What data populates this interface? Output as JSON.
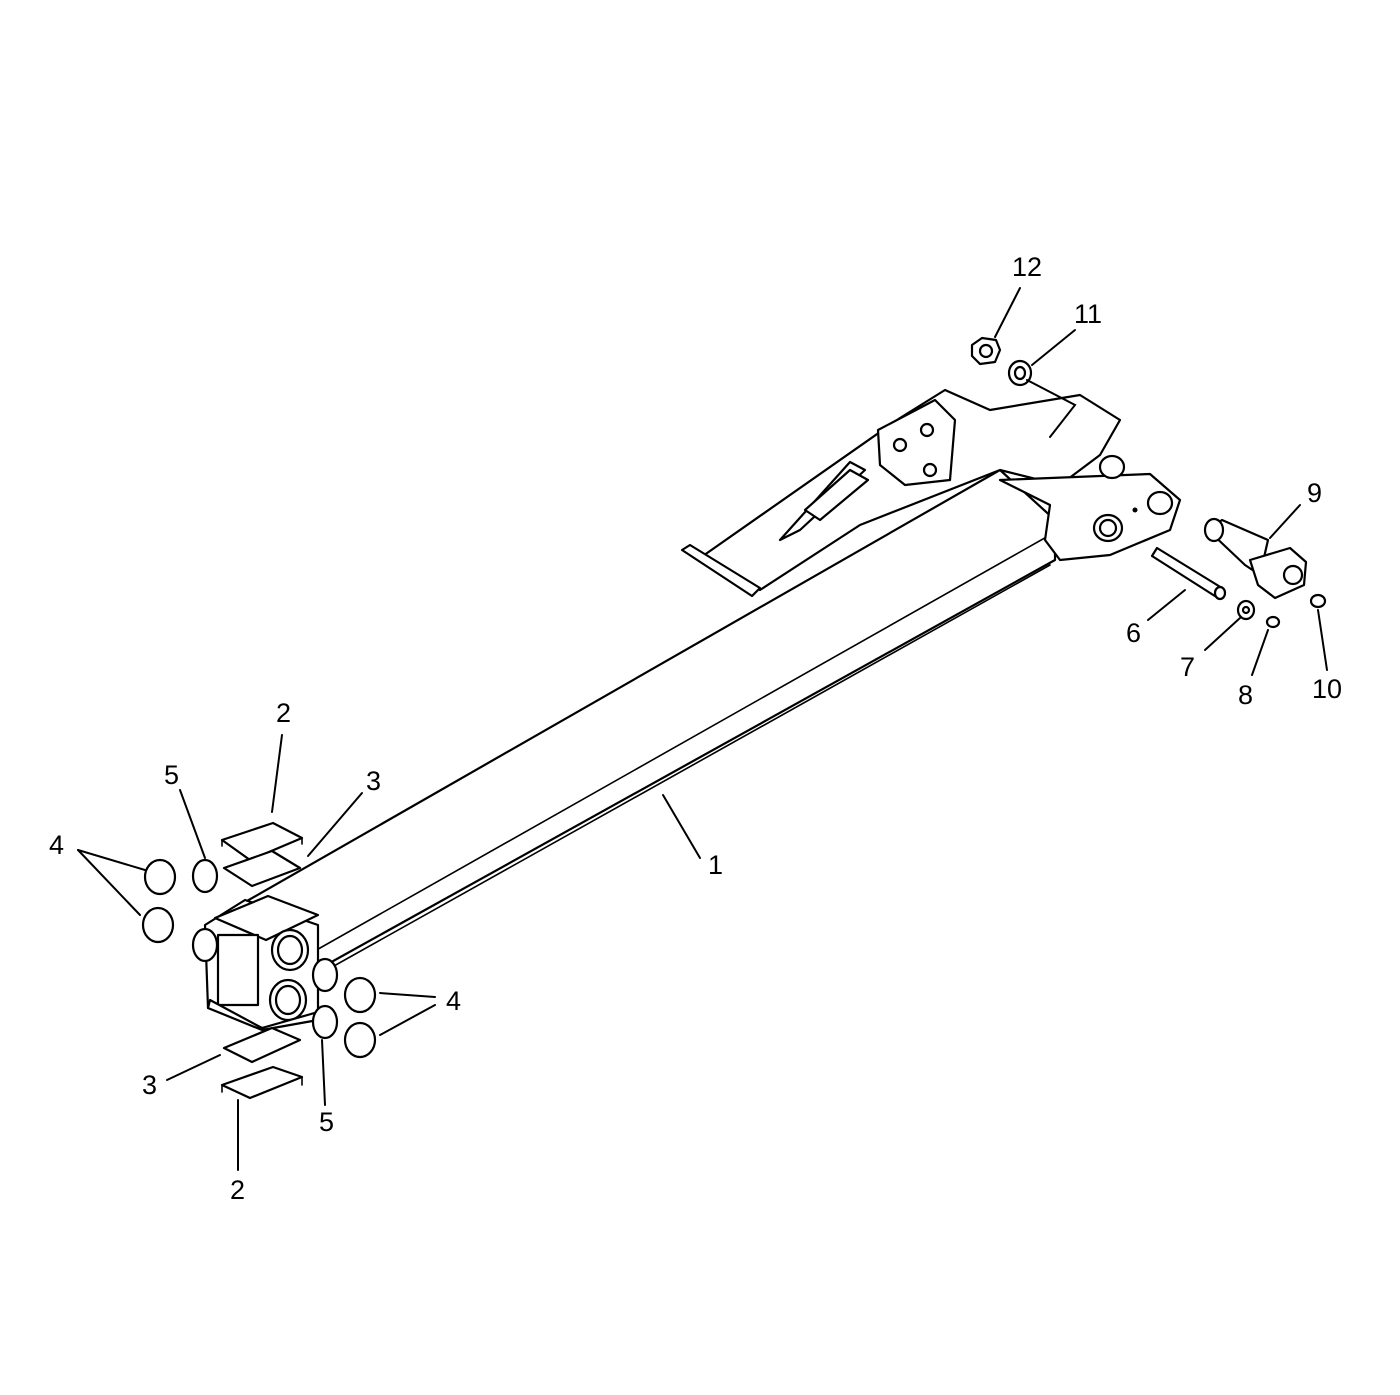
{
  "diagram": {
    "callouts": [
      {
        "id": "c12",
        "label": "12"
      },
      {
        "id": "c11",
        "label": "11"
      },
      {
        "id": "c9",
        "label": "9"
      },
      {
        "id": "c6",
        "label": "6"
      },
      {
        "id": "c7",
        "label": "7"
      },
      {
        "id": "c8",
        "label": "8"
      },
      {
        "id": "c10",
        "label": "10"
      },
      {
        "id": "c2top",
        "label": "2"
      },
      {
        "id": "c5top",
        "label": "5"
      },
      {
        "id": "c3top",
        "label": "3"
      },
      {
        "id": "c4left",
        "label": "4"
      },
      {
        "id": "c1",
        "label": "1"
      },
      {
        "id": "c4right",
        "label": "4"
      },
      {
        "id": "c3bottom",
        "label": "3"
      },
      {
        "id": "c5bottom",
        "label": "5"
      },
      {
        "id": "c2bottom",
        "label": "2"
      }
    ]
  }
}
